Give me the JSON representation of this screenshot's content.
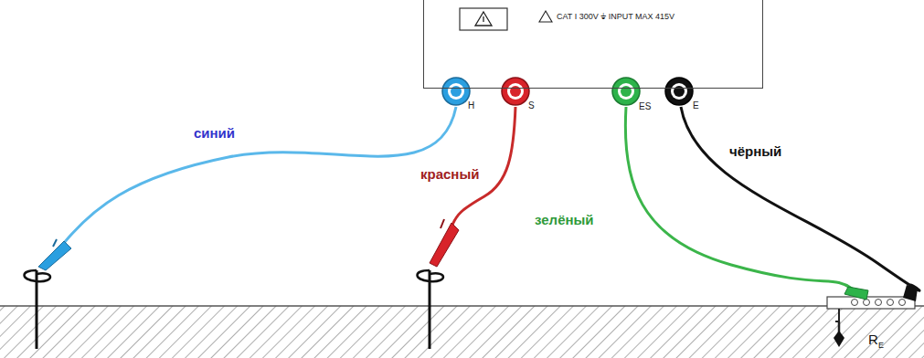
{
  "diagram": {
    "nodes": [
      {
        "text": [
          "CAT I 300V ⏚ INPUT MAX 415V"
        ]
      }
    ],
    "labels": [
      "синий",
      "красный",
      "зелёный",
      "чёрный",
      "H",
      "S",
      "ES",
      "E",
      "R",
      "E"
    ]
  }
}
